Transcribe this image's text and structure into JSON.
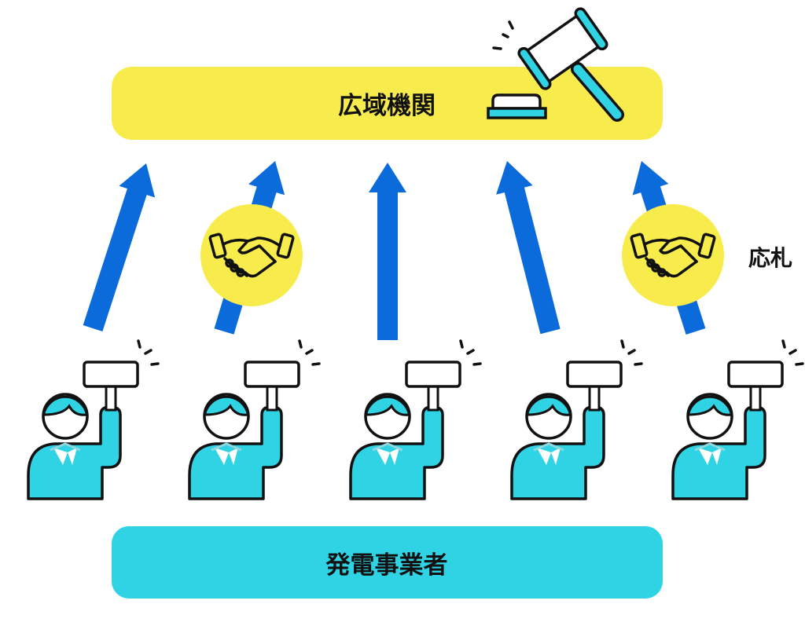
{
  "top_box": {
    "label": "広域機関"
  },
  "bottom_box": {
    "label": "発電事業者"
  },
  "bid_label": "応札",
  "bidder_count": 5,
  "icons": {
    "gavel": "gavel-icon",
    "handshake": "handshake-icon",
    "person": "person-holding-sign-icon"
  },
  "colors": {
    "yellow": "#f8ec4c",
    "cyan": "#2fd3e4",
    "blue": "#0b6bdb",
    "outline": "#111111"
  }
}
